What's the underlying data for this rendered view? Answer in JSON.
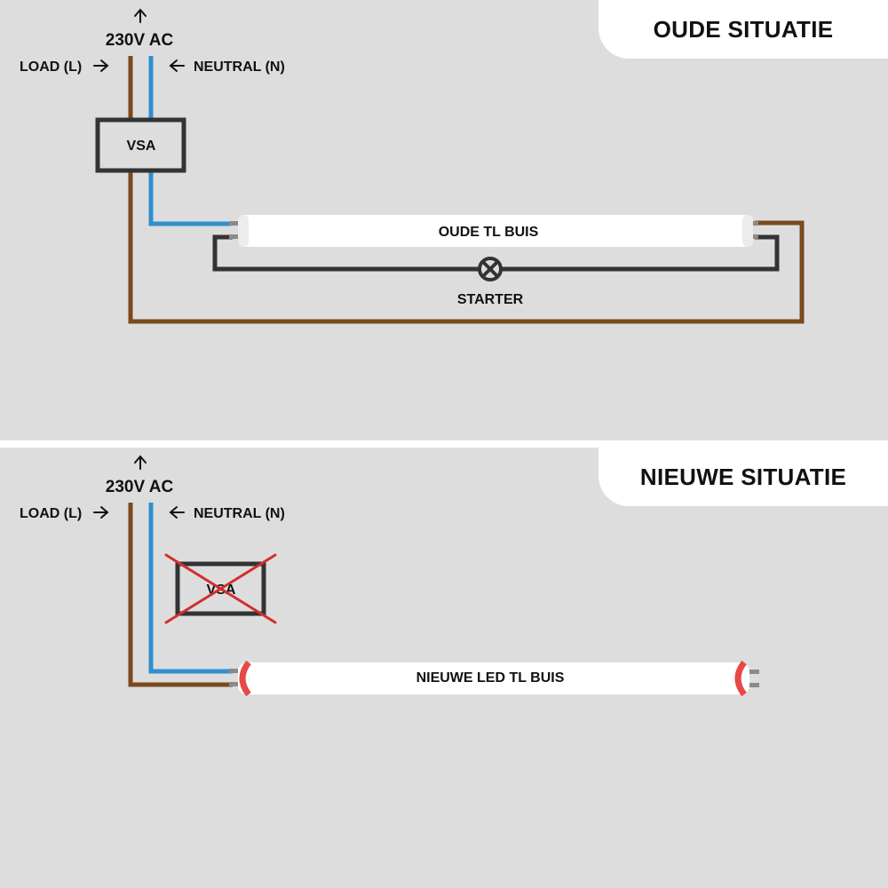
{
  "colors": {
    "background": "#dddddd",
    "load_wire": "#7a4a1e",
    "neutral_wire": "#2f8fd0",
    "starter_wire": "#333333",
    "cross": "#d12f2f",
    "led_end_cap": "#e84848"
  },
  "old": {
    "title": "OUDE SITUATIE",
    "supply": "230V AC",
    "load_label": "LOAD (L)",
    "neutral_label": "NEUTRAL (N)",
    "ballast_label": "VSA",
    "tube_label": "OUDE TL BUIS",
    "starter_label": "STARTER"
  },
  "new": {
    "title": "NIEUWE SITUATIE",
    "supply": "230V AC",
    "load_label": "LOAD (L)",
    "neutral_label": "NEUTRAL (N)",
    "ballast_label": "VSA",
    "tube_label": "NIEUWE LED TL BUIS"
  },
  "icons": {
    "supply_arrow": "arrow-up-icon",
    "load_arrow": "arrow-right-icon",
    "neutral_arrow": "arrow-left-icon",
    "starter_symbol": "starter-lamp-icon",
    "removed_mark": "red-cross-icon"
  }
}
